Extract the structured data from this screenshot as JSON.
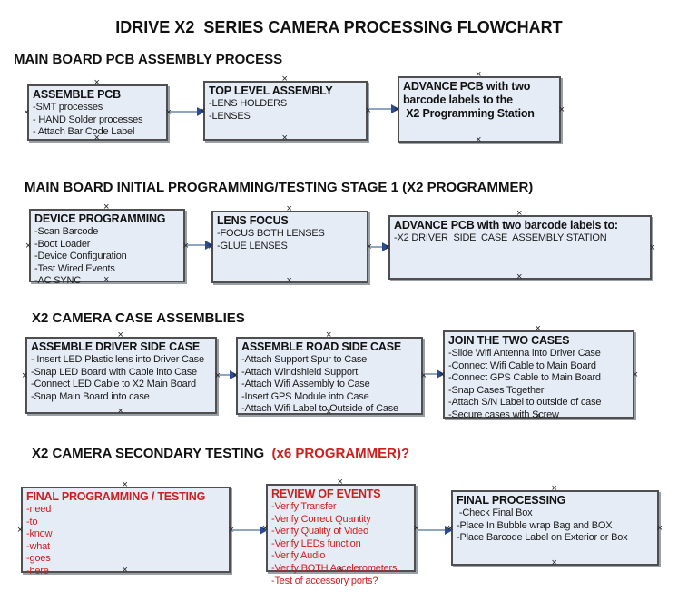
{
  "title": "IDRIVE X2  SERIES CAMERA PROCESSING FLOWCHART",
  "colors": {
    "box_fill": "#e6ecf6",
    "box_border": "#4f4f4f",
    "connector_line": "#8fa6c2",
    "connector_arrow": "#2c4a8f",
    "red_text": "#cc2020",
    "black_text": "#1a1a1a"
  },
  "sections": [
    {
      "heading": "MAIN BOARD PCB ASSEMBLY PROCESS",
      "boxes": [
        {
          "title": "ASSEMBLE PCB",
          "items": [
            "-SMT processes",
            "- HAND Solder processes",
            "- Attach Bar Code Label"
          ]
        },
        {
          "title": "TOP LEVEL ASSEMBLY",
          "items": [
            "-LENS HOLDERS",
            "-LENSES"
          ]
        },
        {
          "title": "ADVANCE PCB with two\nbarcode labels to the\n X2 Programming Station",
          "items": []
        }
      ]
    },
    {
      "heading": "MAIN BOARD INITIAL PROGRAMMING/TESTING STAGE 1 (X2 PROGRAMMER)",
      "boxes": [
        {
          "title": "DEVICE PROGRAMMING",
          "items": [
            "-Scan Barcode",
            "-Boot Loader",
            "-Device Configuration",
            "-Test Wired Events",
            "-AC SYNC"
          ]
        },
        {
          "title": "LENS FOCUS",
          "items": [
            "-FOCUS BOTH LENSES",
            "-GLUE LENSES"
          ]
        },
        {
          "title": "ADVANCE PCB with two barcode labels to:",
          "items": [
            "-X2 DRIVER  SIDE  CASE  ASSEMBLY STATION"
          ]
        }
      ]
    },
    {
      "heading": "X2 CAMERA CASE ASSEMBLIES",
      "boxes": [
        {
          "title": "ASSEMBLE DRIVER SIDE CASE",
          "items": [
            "- Insert LED Plastic lens into Driver Case",
            "-Snap LED Board with Cable into Case",
            "-Connect LED Cable to X2 Main Board",
            "-Snap Main Board into case"
          ]
        },
        {
          "title": "ASSEMBLE ROAD SIDE CASE",
          "items": [
            "-Attach Support Spur to Case",
            "-Attach Windshield Support",
            "-Attach Wifi Assembly to Case",
            "-Insert GPS Module into Case",
            "-Attach Wifi Label to Outside of Case"
          ]
        },
        {
          "title": "JOIN THE TWO CASES",
          "items": [
            "-Slide Wifi Antenna into Driver Case",
            "-Connect Wifi Cable to Main Board",
            "-Connect GPS Cable to Main Board",
            "-Snap Cases Together",
            "-Attach S/N Label to outside of case",
            "-Secure cases with Screw"
          ]
        }
      ]
    },
    {
      "heading": "X2 CAMERA SECONDARY TESTING",
      "heading_red": "  (x6 PROGRAMMER)?",
      "boxes": [
        {
          "title": "FINAL PROGRAMMING / TESTING",
          "items": [
            "-need",
            "-to",
            "-know",
            "-what",
            "-goes",
            "-here"
          ]
        },
        {
          "title": "REVIEW OF EVENTS",
          "items": [
            "-Verify Transfer",
            "-Verify Correct Quantity",
            "-Verify Quality of Video",
            "-Verify LEDs function",
            "-Verify Audio",
            "-Verify BOTH Accelerometers",
            "-Test of accessory ports?"
          ]
        },
        {
          "title": "FINAL PROCESSING",
          "items": [
            " -Check Final Box",
            "-Place In Bubble wrap Bag and BOX",
            "-Place Barcode Label on Exterior or Box"
          ]
        }
      ]
    }
  ]
}
